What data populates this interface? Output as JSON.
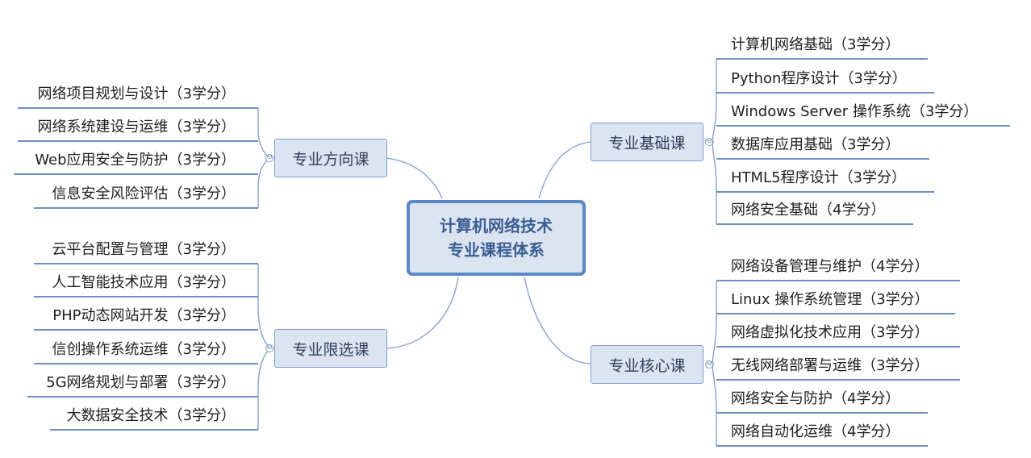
{
  "center": {
    "line1": "计算机网络技术",
    "line2": "专业课程体系"
  },
  "branches": {
    "direction": {
      "label": "专业方向课",
      "items": [
        "网络项目规划与设计（3学分）",
        "网络系统建设与运维（3学分）",
        "Web应用安全与防护（3学分）",
        "信息安全风险评估（3学分）"
      ]
    },
    "elective": {
      "label": "专业限选课",
      "items": [
        "云平台配置与管理（3学分）",
        "人工智能技术应用（3学分）",
        "PHP动态网站开发（3学分）",
        "信创操作系统运维（3学分）",
        "5G网络规划与部署（3学分）",
        "大数据安全技术（3学分）"
      ]
    },
    "basic": {
      "label": "专业基础课",
      "items": [
        "计算机网络基础（3学分）",
        "Python程序设计（3学分）",
        "Windows Server 操作系统（3学分）",
        "数据库应用基础（3学分）",
        "HTML5程序设计（3学分）",
        "网络安全基础（4学分）"
      ]
    },
    "core": {
      "label": "专业核心课",
      "items": [
        "网络设备管理与维护（4学分）",
        "Linux 操作系统管理（3学分）",
        "网络虚拟化技术应用（3学分）",
        "无线网络部署与运维（3学分）",
        "网络安全与防护（4学分）",
        "网络自动化运维（4学分）"
      ]
    },
    "collapse_symbol": "⊖"
  },
  "colors": {
    "line": "#5b87c6",
    "branch_fill": "#dbe5f2",
    "center_border": "#5b87c6",
    "center_text": "#3a5d93"
  }
}
